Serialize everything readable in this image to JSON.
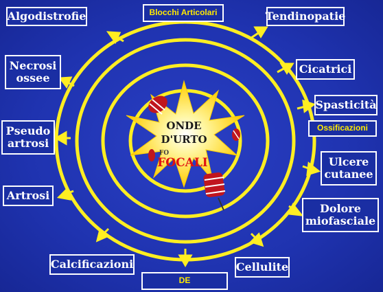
{
  "center": {
    "line1": "ONDE",
    "line2": "D'URTO",
    "line3": "FOCALI",
    "overlap": "FO"
  },
  "boxes": {
    "algodistrofie": "Algodistrofie",
    "blocchi": "Blocchi Articolari",
    "tendinopatie": "Tendinopatie",
    "necrosi": "Necrosi\nossee",
    "cicatrici": "Cicatrici",
    "spasticita": "Spasticità",
    "ossificazioni": "Ossificazioni",
    "pseudo": "Pseudo\nartrosi",
    "ulcere": "Ulcere\ncutanee",
    "artrosi": "Artrosi",
    "dolore": "Dolore\nmiofasciale",
    "calcificazioni": "Calcificazioni",
    "cellulite": "Cellulite",
    "de": "DE"
  },
  "colors": {
    "background": "#1f33b0",
    "ring": "#ffee22",
    "box_border": "#ffffff",
    "box_text": "#ffffff",
    "small_label": "#ffea00",
    "burst_fill": "#ffd21a",
    "center_text": "#1a1a1a",
    "center_text_red": "#e01010"
  }
}
